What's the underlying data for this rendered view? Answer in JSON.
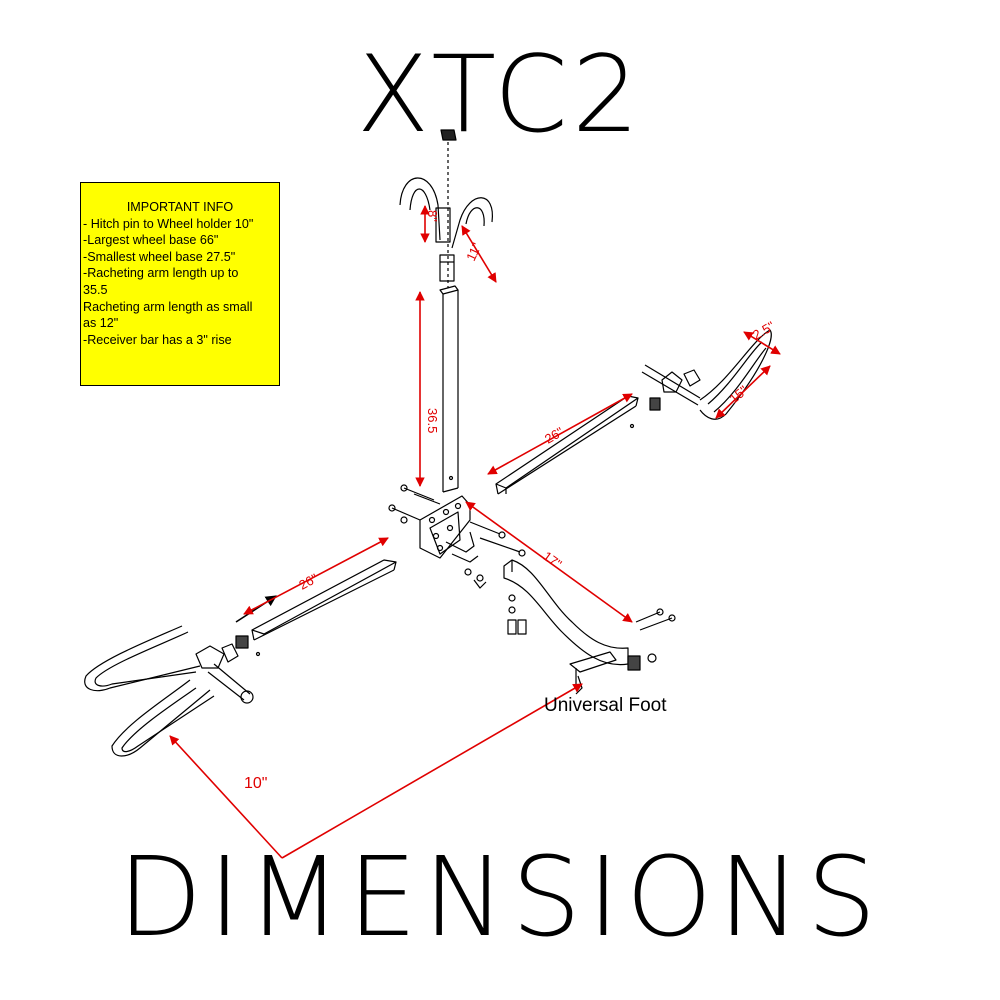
{
  "title_top": "XTC2",
  "title_bottom": "DIMENSIONS",
  "info_box": {
    "heading": "IMPORTANT INFO",
    "lines": [
      "- Hitch pin to Wheel holder 10\"",
      "-Largest wheel base 66\"",
      "-Smallest wheel base 27.5\"",
      "-Racheting arm length up to",
      "35.5",
      "Racheting arm length as small",
      "as 12\"",
      "-Receiver bar has a 3\" rise"
    ]
  },
  "labels": {
    "universal_foot": "Universal Foot"
  },
  "dimensions": {
    "arm_height": "8\"",
    "arm_offset": "11\"",
    "mast_height": "36.5",
    "right_tray_width": "2.5\"",
    "right_tray_length": "15\"",
    "right_bar_length": "26\"",
    "left_bar_length": "26\"",
    "receiver_length": "17\"",
    "hitch_to_wheel": "10\""
  },
  "colors": {
    "dimension": "#e00000",
    "info_box_bg": "#ffff00",
    "line": "#000000"
  }
}
